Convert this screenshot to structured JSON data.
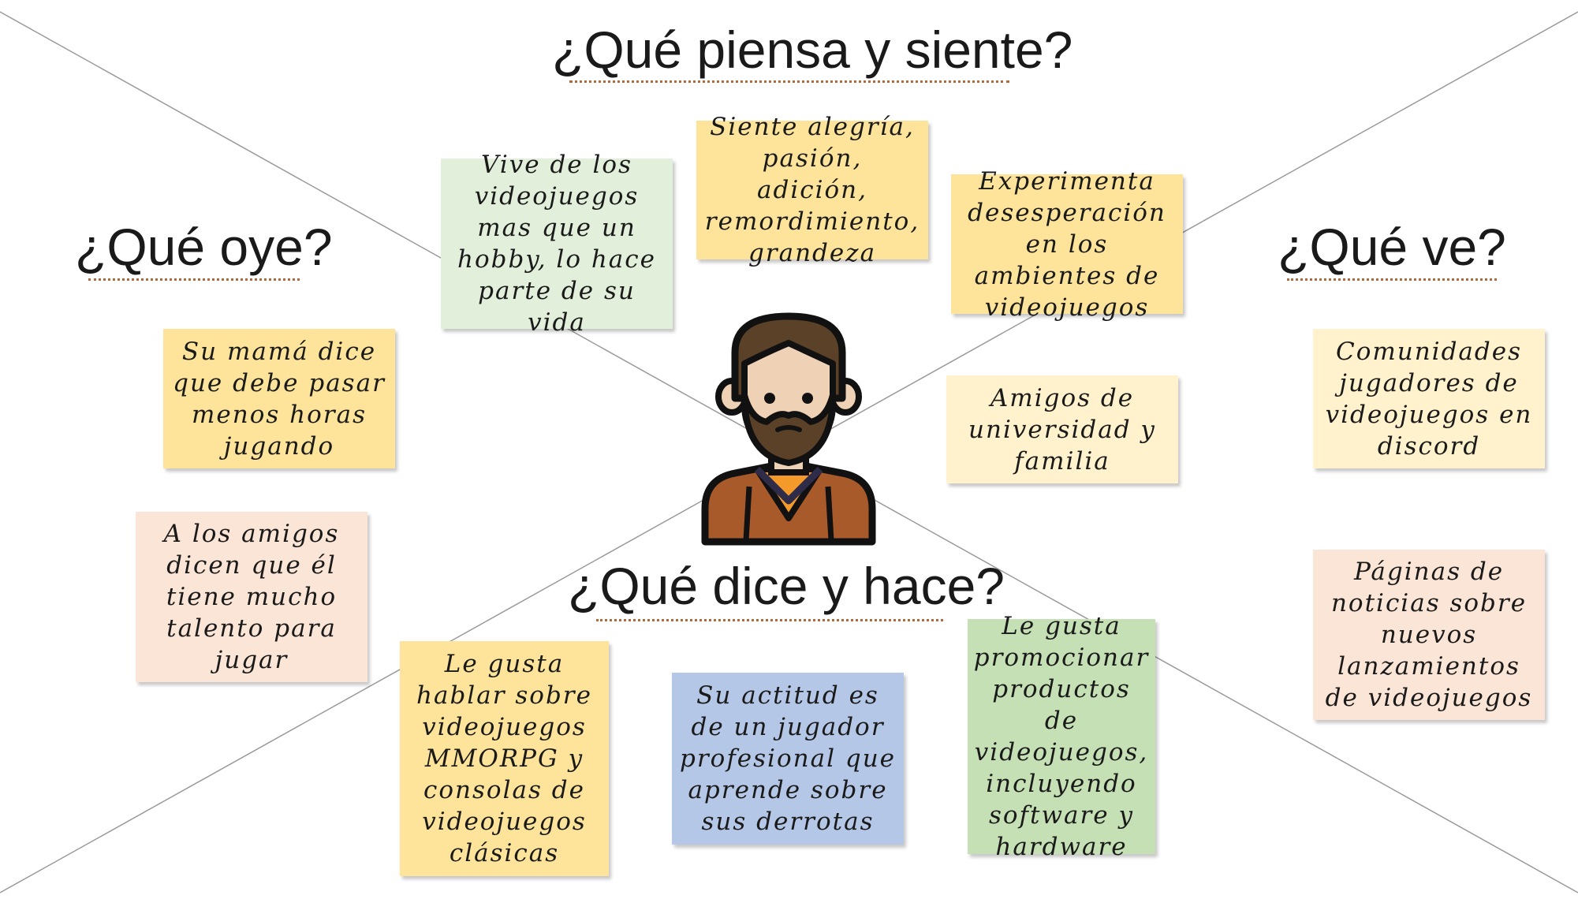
{
  "headings": {
    "thinks_feels": "¿Qué piensa y siente?",
    "hears": "¿Qué oye?",
    "sees": "¿Qué ve?",
    "says_does": "¿Qué dice y hace?"
  },
  "notes": {
    "thinks_1": "Vive de los videojuegos mas que un hobby, lo hace parte de su vida",
    "thinks_2": "Siente alegría, pasión, adición, remordimiento, grandeza",
    "thinks_3": "Experimenta desesperación en los ambientes de videojuegos",
    "hears_1": "Su mamá dice que debe pasar menos horas jugando",
    "hears_2": "A los amigos dicen que él tiene mucho talento para jugar",
    "sees_center": "Amigos de universidad y familia",
    "sees_1": "Comunidades jugadores de videojuegos en discord",
    "sees_2": "Páginas de noticias sobre nuevos lanzamientos de videojuegos",
    "says_1": "Le gusta hablar sobre videojuegos MMORPG y consolas de videojuegos clásicas",
    "says_2": "Su actitud es de un jugador profesional que aprende sobre sus derrotas",
    "says_3": "Le gusta promocionar productos de videojuegos, incluyendo software y hardware"
  },
  "colors": {
    "yellow": "#fde49a",
    "green": "#e2efda",
    "peach": "#fbe5d6",
    "light_yellow": "#fff2cc",
    "blue": "#b4c7e7",
    "mid_green": "#c5e0b4",
    "underline": "#b06a3b",
    "lines": "#9a9a9a"
  },
  "icons": {
    "center": "bearded-man-avatar-icon"
  }
}
